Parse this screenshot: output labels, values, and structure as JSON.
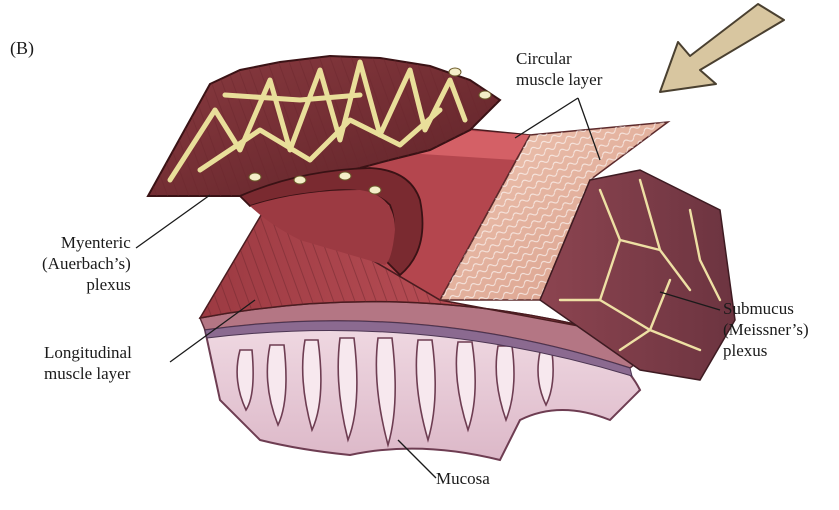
{
  "panel_letter": "(B)",
  "labels": {
    "circular_muscle": [
      "Circular",
      "muscle layer"
    ],
    "myenteric_plexus": [
      "Myenteric",
      "(Auerbach’s)",
      "plexus"
    ],
    "longitudinal_muscle": [
      "Longitudinal",
      "muscle layer"
    ],
    "submucus_plexus": [
      "Submucus",
      "(Meissner’s)",
      "plexus"
    ],
    "mucosa": "Mucosa"
  },
  "colors": {
    "muscle_dark": "#7a2f34",
    "muscle_mid": "#a8434a",
    "muscle_light": "#c96a6f",
    "nerve_plexus": "#e9df9a",
    "circular_surface": "#e7b7a3",
    "mucosa_pink": "#ead0dc",
    "mucosa_outline": "#6e3d52",
    "arrow_fill": "#d8c6a0"
  }
}
